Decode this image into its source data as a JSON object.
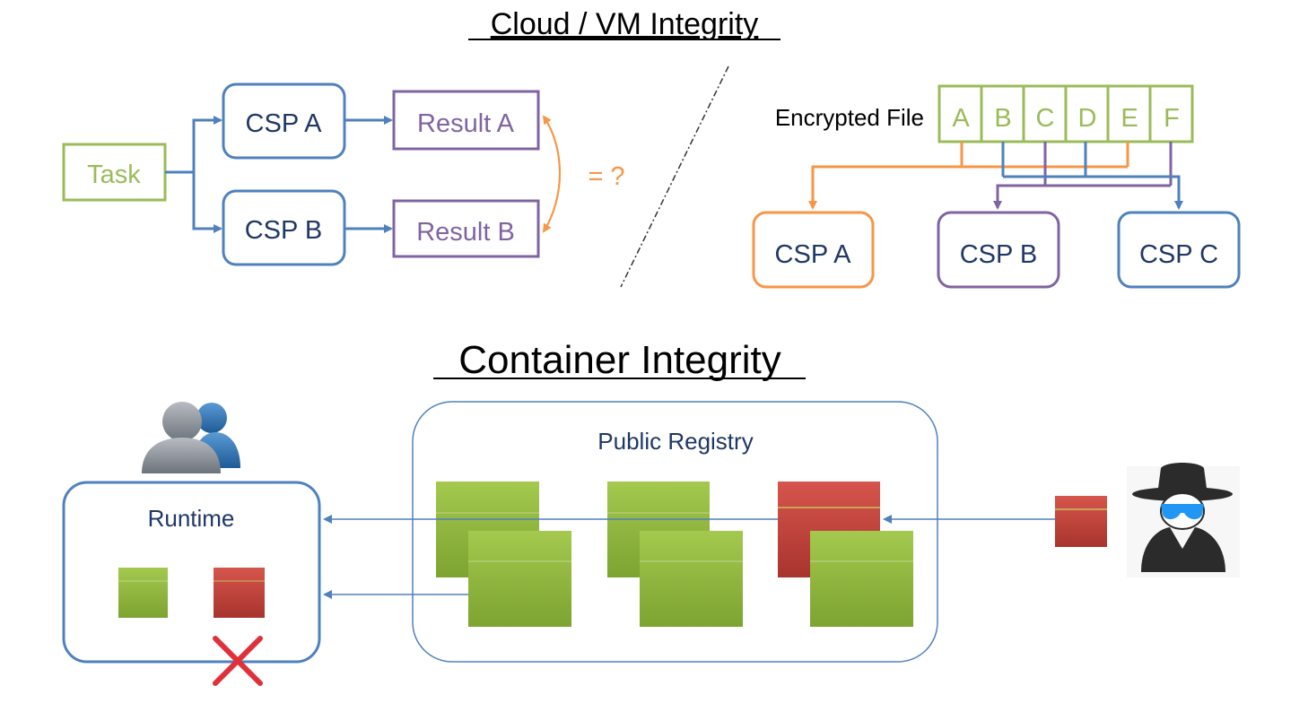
{
  "top": {
    "title": "Cloud / VM Integrity",
    "left": {
      "task": "Task",
      "csp_a": "CSP A",
      "csp_b": "CSP B",
      "result_a": "Result A",
      "result_b": "Result B",
      "compare": "= ?"
    },
    "right": {
      "file_label": "Encrypted File",
      "segments": [
        "A",
        "B",
        "C",
        "D",
        "E",
        "F"
      ],
      "csp_a": "CSP A",
      "csp_b": "CSP B",
      "csp_c": "CSP C"
    }
  },
  "bottom": {
    "title": "Container Integrity",
    "runtime": "Runtime",
    "registry": "Public Registry"
  },
  "colors": {
    "green": "#9bbb59",
    "blue": "#4f81bd",
    "purple": "#8064a2",
    "orange": "#f79646",
    "text_blue": "#1f3864",
    "red": "#c0504d",
    "cross": "#e0303a"
  }
}
